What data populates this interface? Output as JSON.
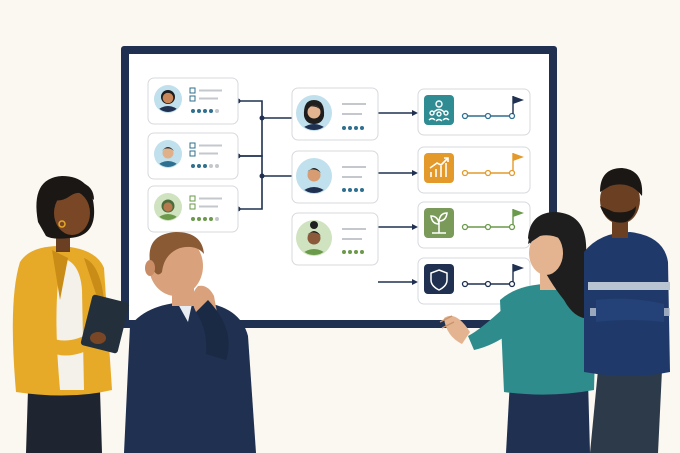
{
  "colors": {
    "background": "#fbf7f1",
    "board_frame": "#1f3050",
    "board_surface": "#ffffff",
    "card_border": "#d6d9de",
    "connector": "#1f3050",
    "people_icon": "#2f8c93",
    "growth_icon": "#e39a2a",
    "plant_icon": "#7a9a5a",
    "shield_icon": "#1f3050"
  },
  "board": {
    "left_cards": [
      {
        "avatar": "woman-avatar",
        "dot_color": "#2f6f8f"
      },
      {
        "avatar": "man-avatar",
        "dot_color": "#2f6f8f"
      },
      {
        "avatar": "woman-headscarf-avatar",
        "dot_color": "#6a9a4a"
      }
    ],
    "middle_cards": [
      {
        "avatar": "woman-avatar",
        "dot_color": "#2f6f8f"
      },
      {
        "avatar": "man-avatar",
        "dot_color": "#2f6f8f"
      },
      {
        "avatar": "woman-bun-avatar",
        "dot_color": "#6a9a4a"
      }
    ],
    "goal_cards": [
      {
        "icon": "team-icon",
        "color": "#2f8c93"
      },
      {
        "icon": "growth-chart-icon",
        "color": "#e39a2a"
      },
      {
        "icon": "plant-icon",
        "color": "#7a9a5a"
      },
      {
        "icon": "shield-icon",
        "color": "#1f3050"
      }
    ]
  },
  "people": [
    "woman-with-tablet",
    "man-thinking",
    "woman-presenting",
    "man-arms-crossed"
  ]
}
